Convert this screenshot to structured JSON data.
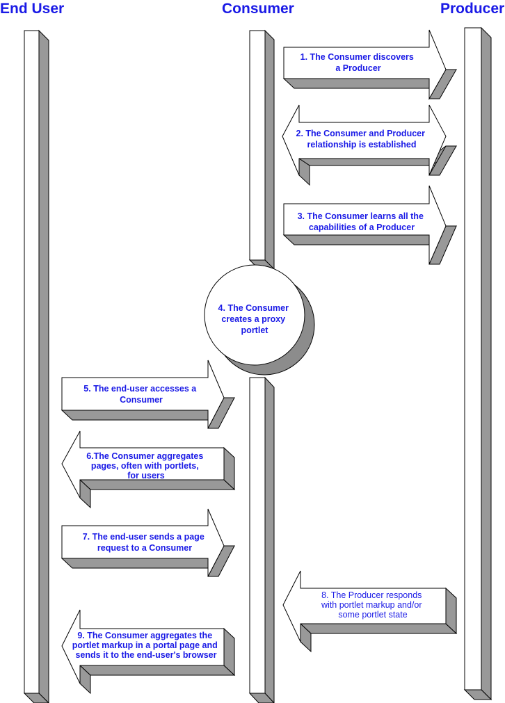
{
  "headers": {
    "end_user": "End User",
    "consumer": "Consumer",
    "producer": "Producer"
  },
  "steps": [
    {
      "id": 1,
      "lines": [
        "1. The Consumer discovers",
        "a Producer"
      ]
    },
    {
      "id": 2,
      "lines": [
        "2. The Consumer and Producer",
        "relationship is established"
      ]
    },
    {
      "id": 3,
      "lines": [
        "3. The Consumer learns all the",
        "capabilities of a Producer"
      ]
    },
    {
      "id": 4,
      "lines": [
        "4. The Consumer",
        "creates a proxy",
        "portlet"
      ]
    },
    {
      "id": 5,
      "lines": [
        "5. The end-user accesses a",
        "Consumer"
      ]
    },
    {
      "id": 6,
      "lines": [
        "6.The Consumer aggregates",
        "pages, often with portlets,",
        "for users"
      ]
    },
    {
      "id": 7,
      "lines": [
        "7. The end-user sends a page",
        "request to a Consumer"
      ]
    },
    {
      "id": 8,
      "lines": [
        "8. The Producer responds",
        "with portlet markup and/or",
        "some portlet state"
      ]
    },
    {
      "id": 9,
      "lines": [
        "9. The Consumer aggregates the",
        "portlet markup in a portal page and",
        "sends it to the end-user's browser"
      ]
    }
  ],
  "colors": {
    "label": "#1a1ae6",
    "side": "#999999",
    "outline": "#000000"
  }
}
